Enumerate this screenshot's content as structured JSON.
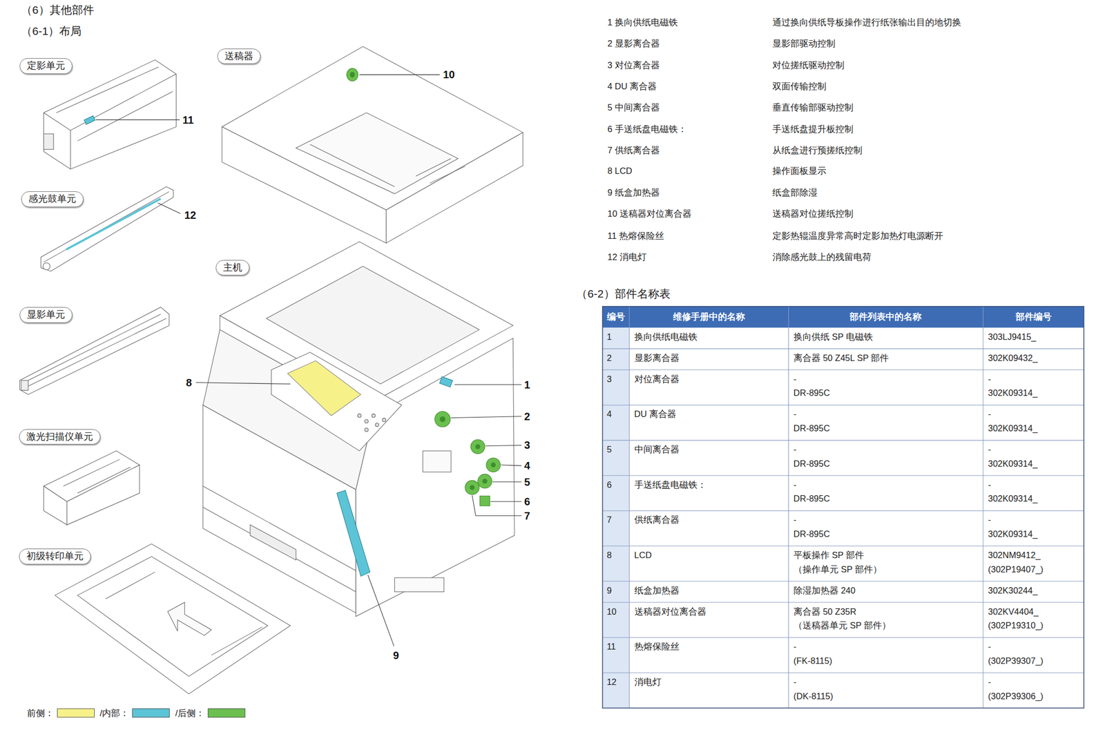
{
  "diagram": {
    "title": "（6）其他部件",
    "nodes": [
      {
        "text": [
          "定影单元"
        ]
      },
      {
        "text": [
          "感光鼓单元"
        ]
      },
      {
        "text": [
          "显影单元"
        ]
      },
      {
        "text": [
          "激光扫描仪单元"
        ]
      },
      {
        "text": [
          "初级转印单元"
        ]
      },
      {
        "text": [
          "送稿器"
        ]
      },
      {
        "text": [
          "主机"
        ]
      }
    ],
    "labels": [
      "（6-1）布局",
      "11",
      "12",
      "10",
      "8",
      "1",
      "2",
      "3",
      "4",
      "5",
      "6",
      "7",
      "9",
      "1 换向供纸电磁铁",
      "通过换向供纸导板操作进行纸张输出目的地切换",
      "2 显影离合器",
      "显影部驱动控制",
      "3 对位离合器",
      "对位搓纸驱动控制",
      "4 DU 离合器",
      "双面传输控制",
      "5 中间离合器",
      "垂直传输部驱动控制",
      "6 手送纸盘电磁铁：",
      "手送纸盘提升板控制",
      "7 供纸离合器",
      "从纸盒进行预搓纸控制",
      "8 LCD",
      "操作面板显示",
      "9 纸盒加热器",
      "纸盒部除湿",
      "10 送稿器对位离合器",
      "送稿器对位搓纸控制",
      "11 热熔保险丝",
      "定影热辊温度异常高时定影加热灯电源断开",
      "12 消电灯",
      "消除感光鼓上的残留电荷",
      "（6-2）部件名称表",
      "编号",
      "维修手册中的名称",
      "部件列表中的名称",
      "部件编号",
      "1",
      "换向供纸电磁铁",
      "换向供纸 SP 电磁铁",
      "303LJ9415_",
      "2",
      "显影离合器",
      "离合器 50 Z45L SP 部件",
      "302K09432_",
      "3",
      "对位离合器",
      "-",
      "DR-895C",
      "-",
      "302K09314_",
      "4",
      "DU 离合器",
      "-",
      "DR-895C",
      "-",
      "302K09314_",
      "5",
      "中间离合器",
      "-",
      "DR-895C",
      "-",
      "302K09314_",
      "6",
      "手送纸盘电磁铁：",
      "-",
      "DR-895C",
      "-",
      "302K09314_",
      "7",
      "供纸离合器",
      "-",
      "DR-895C",
      "-",
      "302K09314_",
      "8",
      "LCD",
      "平板操作 SP 部件",
      "（操作单元 SP 部件）",
      "302NM9412_",
      "(302P19407_)",
      "9",
      "纸盒加热器",
      "除湿加热器 240",
      "302K30244_",
      "10",
      "送稿器对位离合器",
      "离合器 50 Z35R",
      "（送稿器单元 SP 部件）",
      "302KV4404_",
      "(302P19310_)",
      "11",
      "热熔保险丝",
      "-",
      "(FK-8115)",
      "-",
      "(302P39307_)",
      "12",
      "消电灯",
      "-",
      "(DK-8115)",
      "-",
      "(302P39306_)"
    ],
    "legend": [
      {
        "text": "前侧：",
        "color": "#f7f18a"
      },
      {
        "text": "/内部：",
        "color": "#5bc4d6"
      },
      {
        "text": "/后侧：",
        "color": "#6bbf4e"
      }
    ]
  }
}
